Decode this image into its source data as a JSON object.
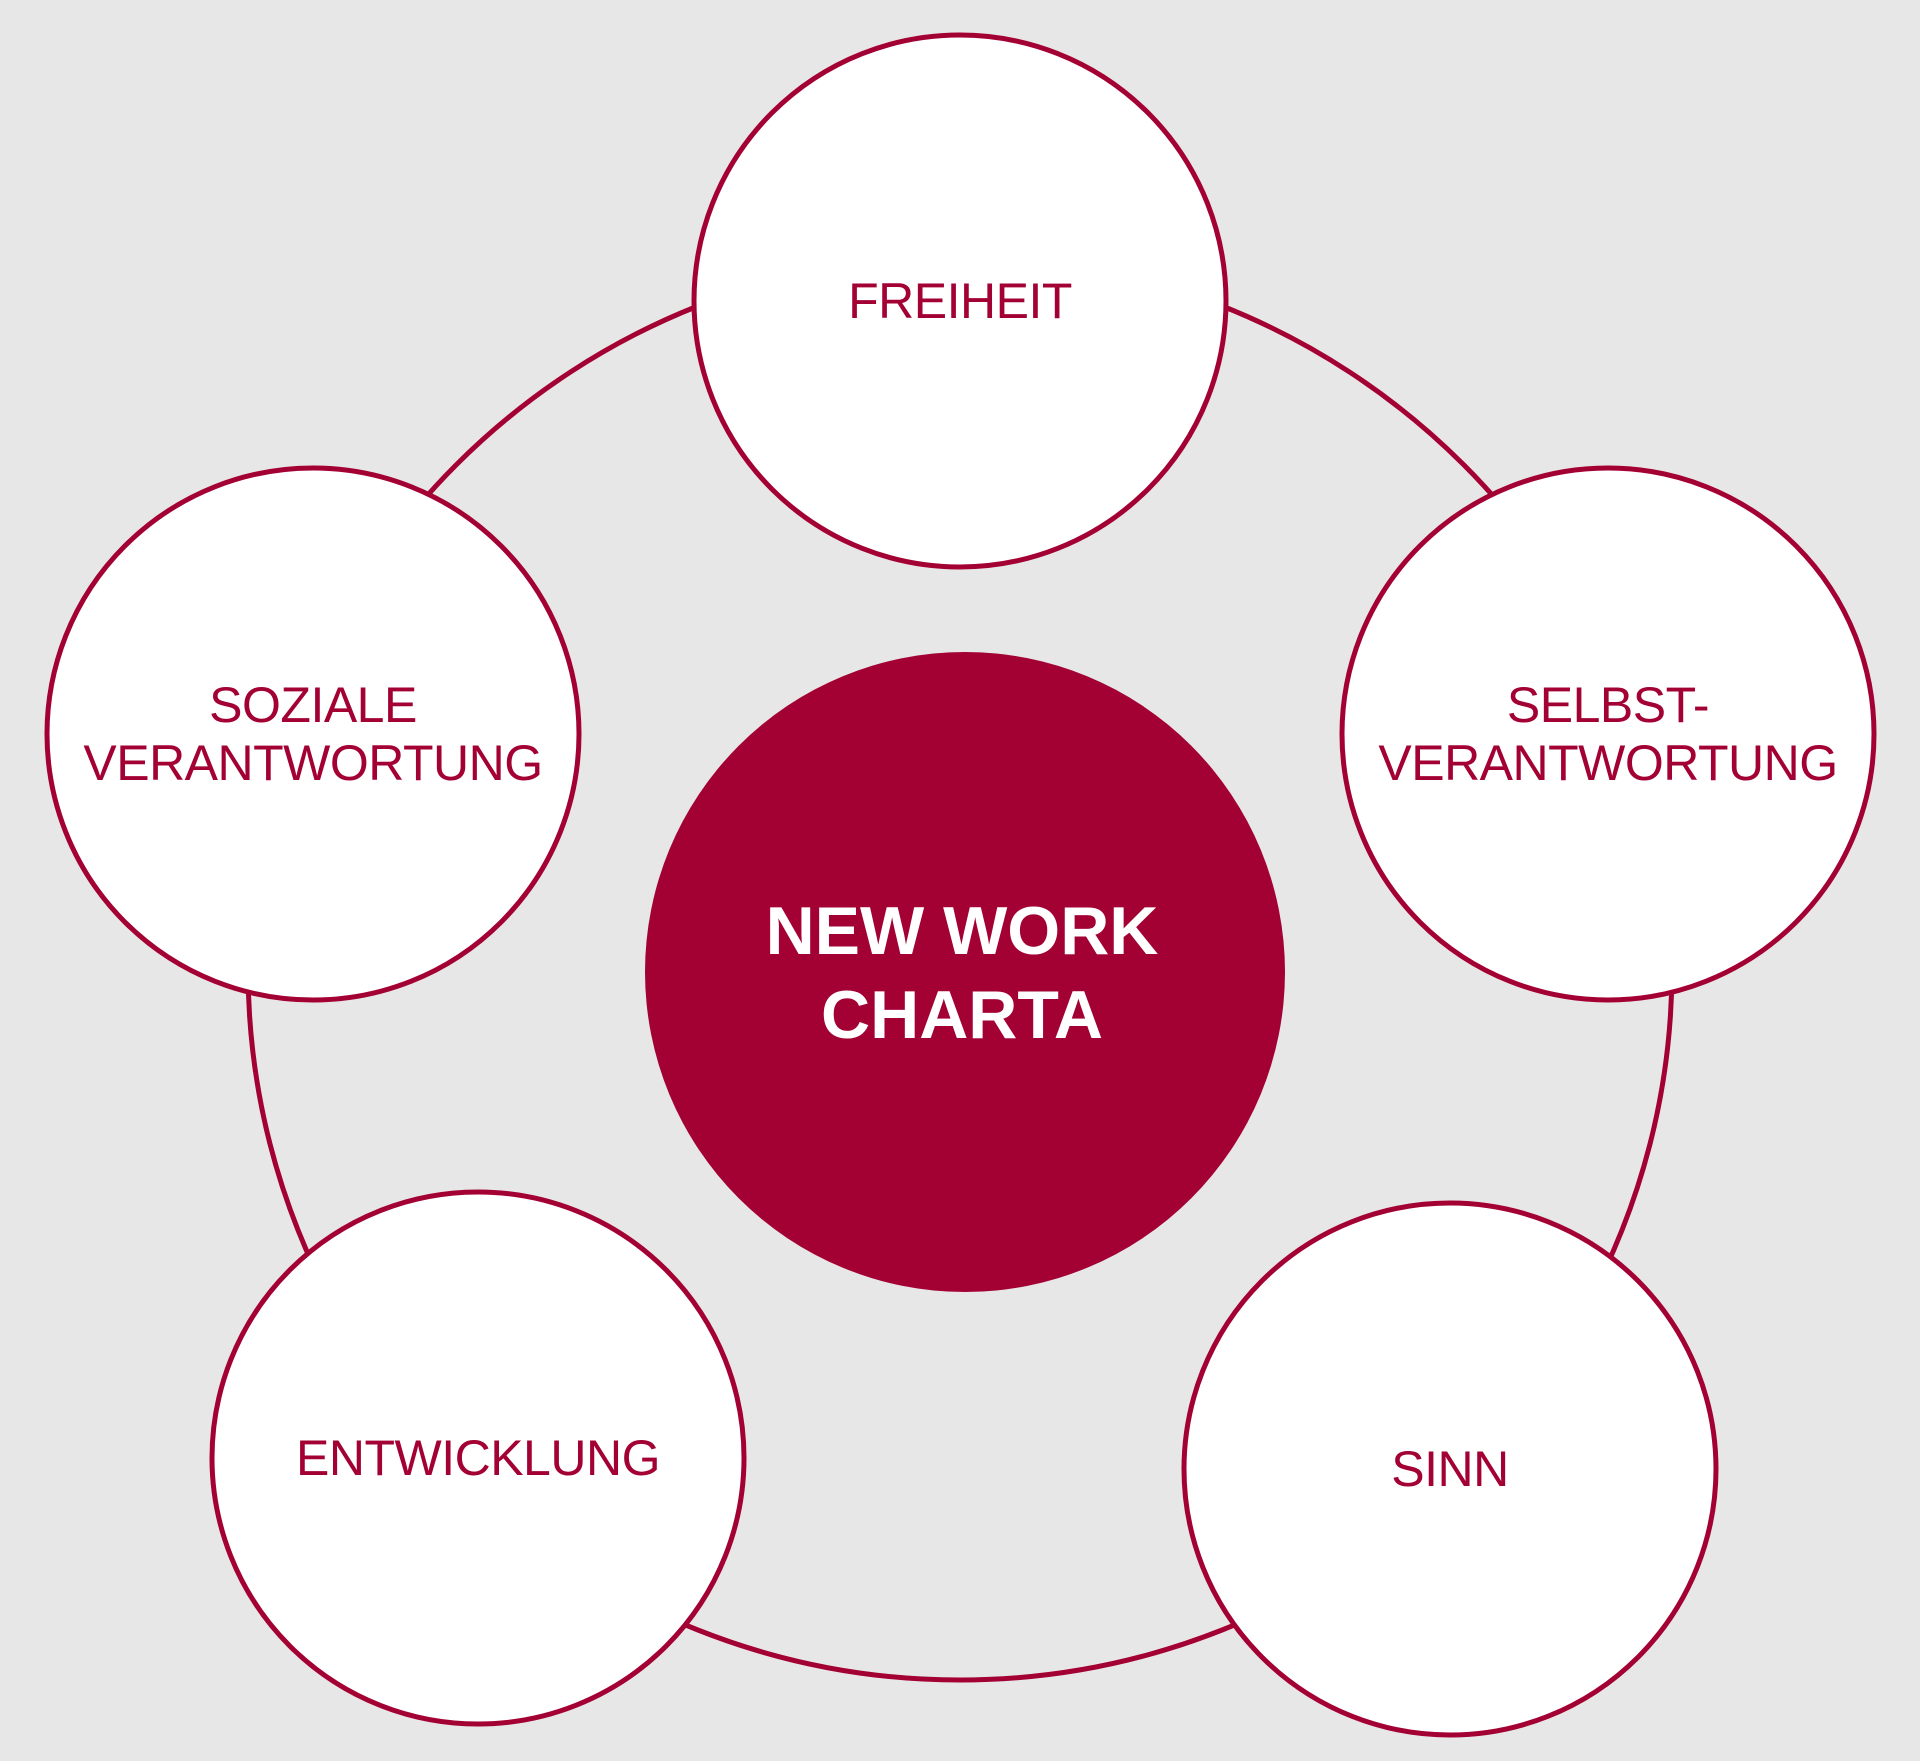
{
  "colors": {
    "background": "#e8e7e7",
    "accent": "#a30134",
    "node_fill": "#ffffff",
    "center_text": "#ffffff"
  },
  "center": {
    "lines": [
      "NEW WORK",
      "CHARTA"
    ]
  },
  "nodes": [
    {
      "id": "freiheit",
      "lines": [
        "FREIHEIT"
      ]
    },
    {
      "id": "selbstverantwortung",
      "lines": [
        "SELBST-",
        "VERANTWORTUNG"
      ]
    },
    {
      "id": "sinn",
      "lines": [
        "SINN"
      ]
    },
    {
      "id": "entwicklung",
      "lines": [
        "ENTWICKLUNG"
      ]
    },
    {
      "id": "soziale-verantwortung",
      "lines": [
        "SOZIALE",
        "VERANTWORTUNG"
      ]
    }
  ]
}
